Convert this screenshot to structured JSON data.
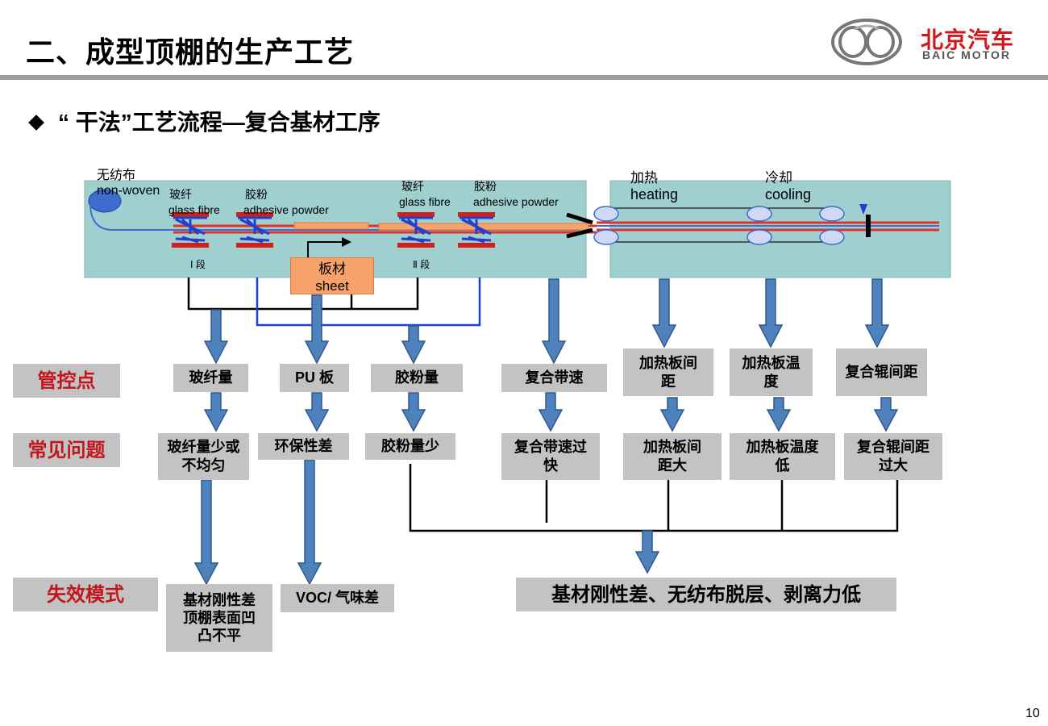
{
  "header": {
    "title": "二、成型顶棚的生产工艺",
    "subtitle": "“ 干法”工艺流程—复合基材工序",
    "brand_cn": "北京汽车",
    "brand_en": "BAIC MOTOR"
  },
  "diagram": {
    "labels": {
      "nonwoven_cn": "无纺布",
      "nonwoven_en": "non-woven",
      "glass1_cn": "玻纤",
      "glass1_en": "glass fibre",
      "powder1_cn": "胶粉",
      "powder1_en": "adhesive powder",
      "glass2_cn": "玻纤",
      "glass2_en": "glass fibre",
      "powder2_cn": "胶粉",
      "powder2_en": "adhesive powder",
      "heating_cn": "加热",
      "heating_en": "heating",
      "cooling_cn": "冷却",
      "cooling_en": "cooling",
      "stage1": "Ⅰ 段",
      "stage2": "Ⅱ 段",
      "sheet_cn": "板材",
      "sheet_en": "sheet"
    },
    "rows": {
      "control": "管控点",
      "problem": "常见问题",
      "failure": "失效模式"
    },
    "control_points": [
      "玻纤量",
      "PU 板",
      "胶粉量",
      "复合带速",
      "加热板间距",
      "加热板温度",
      "复合辊间距"
    ],
    "problems": [
      "玻纤量少或不均匀",
      "环保性差",
      "胶粉量少",
      "复合带速过快",
      "加热板间距大",
      "加热板温度低",
      "复合辊间距过大"
    ],
    "failures": [
      "基材刚性差顶棚表面凹凸不平",
      "VOC/ 气味差",
      "基材刚性差、无纺布脱层、剥离力低"
    ],
    "colors": {
      "panel": "#9fcfcf",
      "arrow": "#4f81bd",
      "box": "#c3c3c3",
      "red": "#c3161c",
      "belt": "#e0322a",
      "sheet": "#f7a26a",
      "blue_line": "#1f3fd0"
    }
  },
  "page_number": "10"
}
